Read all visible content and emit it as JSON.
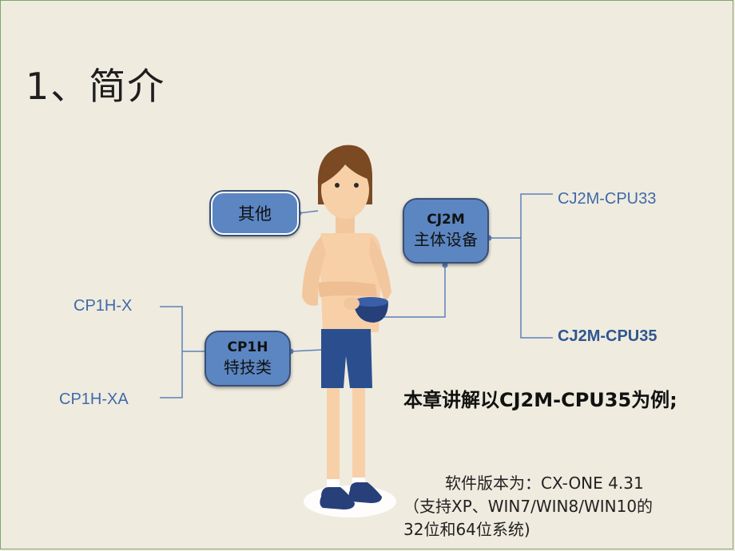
{
  "title": "1、简介",
  "bubbles": {
    "other": "其他",
    "cj2m": {
      "line1": "CJ2M",
      "line2": "主体设备"
    },
    "cp1h": {
      "line1": "CP1H",
      "line2": "特技类"
    }
  },
  "cj2m_models": [
    "CJ2M-CPU33",
    "CJ2M-CPU35"
  ],
  "cp1h_models": [
    "CP1H-X",
    "CP1H-XA"
  ],
  "note": {
    "main": "本章讲解以CJ2M-CPU35为例;",
    "software_line1": "软件版本为：CX-ONE 4.31",
    "software_line2": "（支持XP、WIN7/WIN8/WIN10的",
    "software_line3": "32位和64位系统)"
  },
  "colors": {
    "bubble": "#5b86c2",
    "line": "#5d82b8",
    "leaf_text": "#3f6aa8",
    "background": "#efebdf"
  }
}
